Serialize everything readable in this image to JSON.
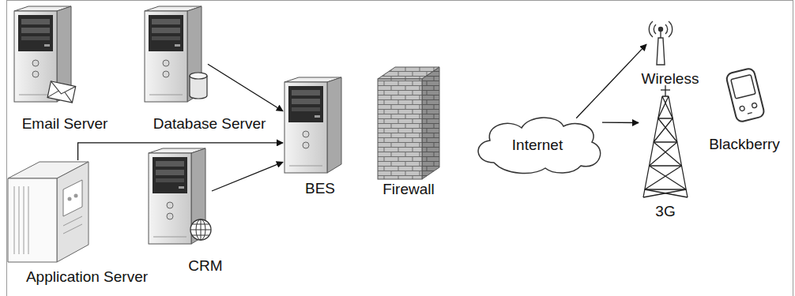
{
  "diagram": {
    "nodes": [
      {
        "text": [
          "Email Server"
        ]
      },
      {
        "text": [
          "Database Server"
        ]
      },
      {
        "text": [
          "Application Server"
        ]
      },
      {
        "text": [
          "CRM"
        ]
      },
      {
        "text": [
          "BES"
        ]
      },
      {
        "text": [
          "Firewall"
        ]
      },
      {
        "text": [
          "Internet"
        ]
      },
      {
        "text": [
          "Wireless"
        ]
      },
      {
        "text": [
          "3G"
        ]
      },
      {
        "text": [
          "Blackberry"
        ]
      }
    ],
    "edges": [
      {
        "from": 1,
        "to": 4,
        "arrow": "to"
      },
      {
        "from": 2,
        "to": 4,
        "arrow": "to"
      },
      {
        "from": 3,
        "to": 4,
        "arrow": "to"
      },
      {
        "from": 6,
        "to": 7,
        "arrow": "to"
      },
      {
        "from": 6,
        "to": 8,
        "arrow": "to"
      }
    ]
  }
}
